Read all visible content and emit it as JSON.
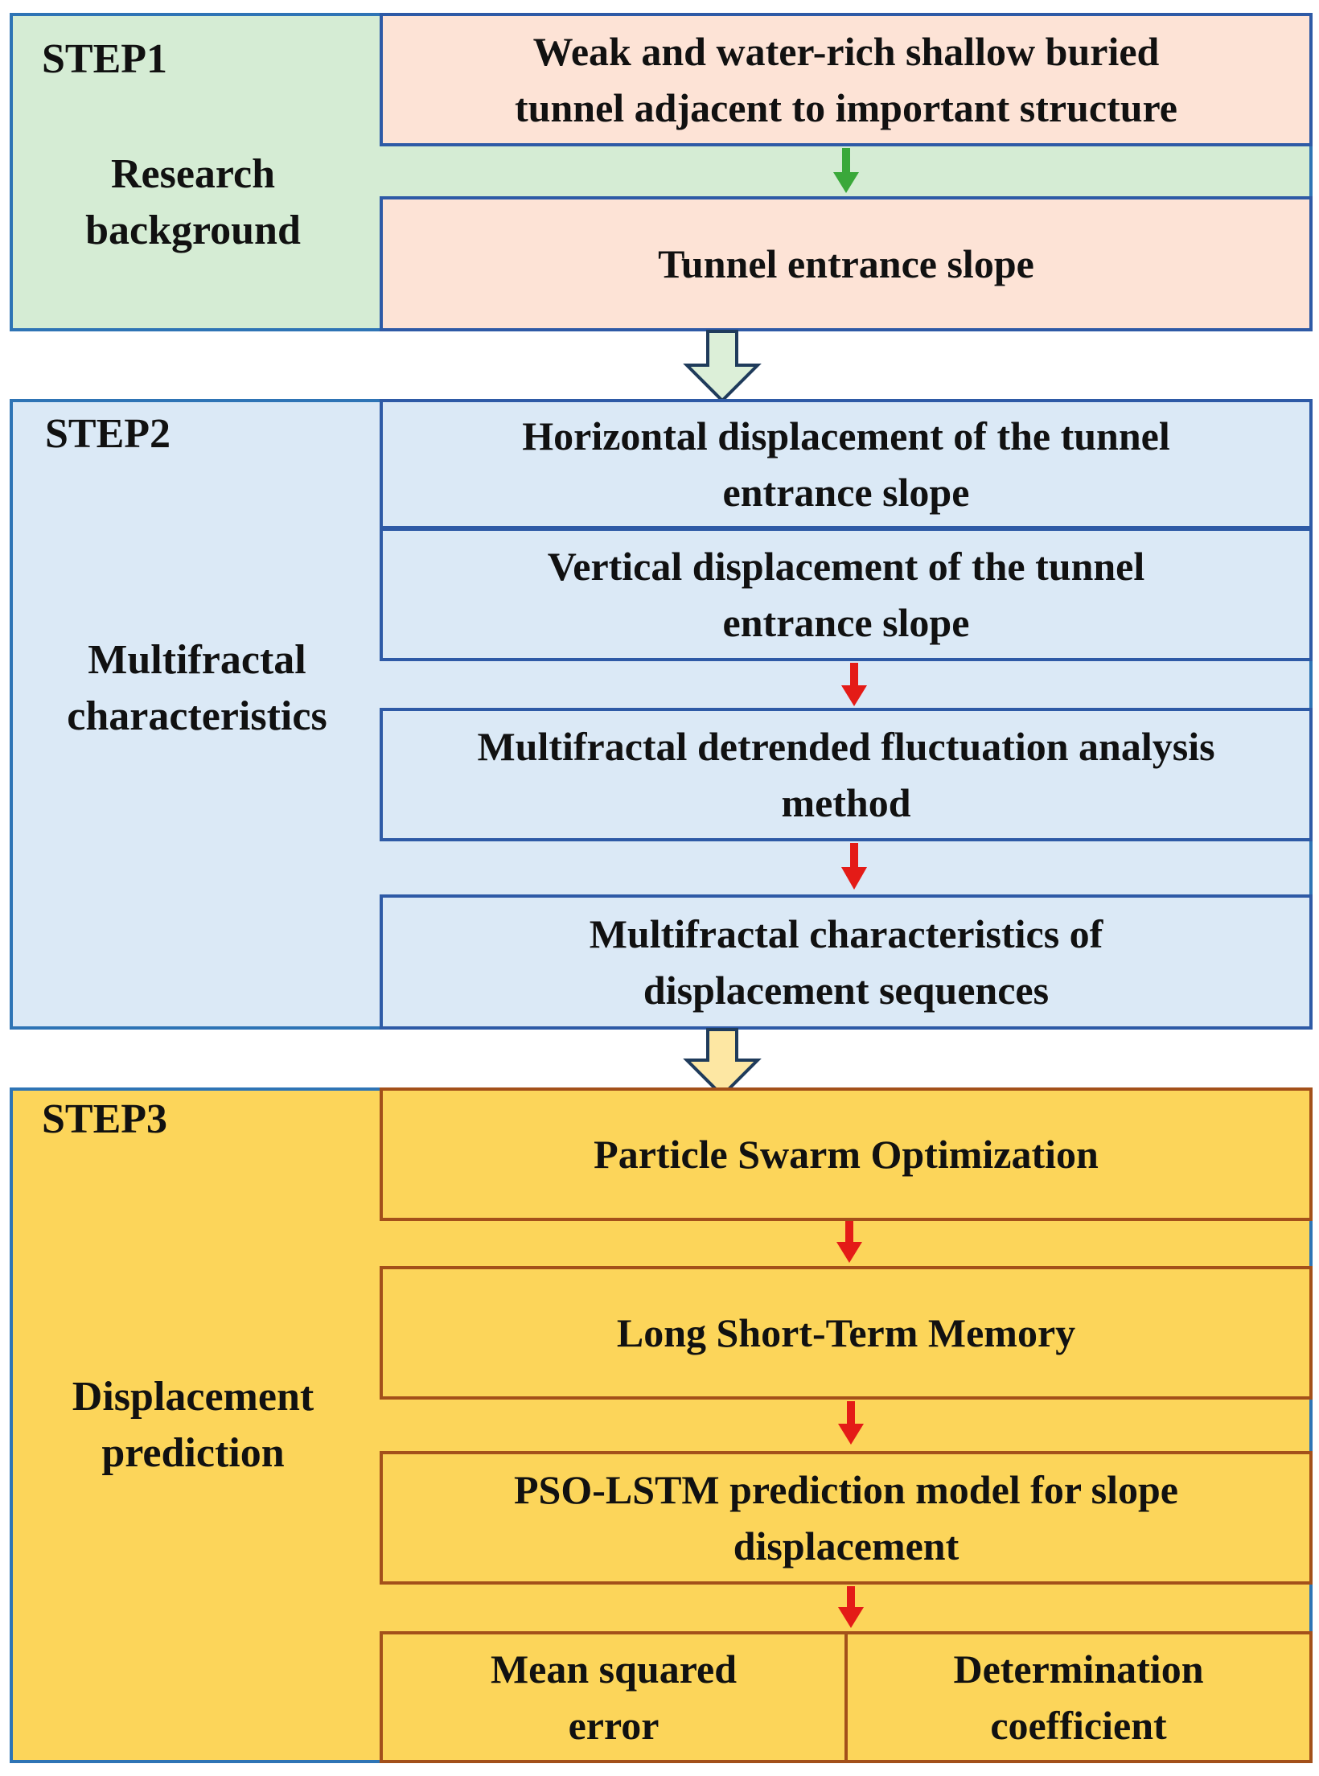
{
  "step1": {
    "label": "STEP1",
    "side_line1": "Research",
    "side_line2": "background",
    "box1_line1": "Weak and water-rich shallow buried",
    "box1_line2": "tunnel adjacent to important structure",
    "box2": "Tunnel entrance slope"
  },
  "step2": {
    "label": "STEP2",
    "side_line1": "Multifractal",
    "side_line2": "characteristics",
    "box1_line1": "Horizontal displacement of the tunnel",
    "box1_line2": "entrance slope",
    "box2_line1": "Vertical displacement of the tunnel",
    "box2_line2": "entrance slope",
    "box3_line1": "Multifractal detrended fluctuation analysis",
    "box3_line2": "method",
    "box4_line1": "Multifractal characteristics of",
    "box4_line2": "displacement sequences"
  },
  "step3": {
    "label": "STEP3",
    "side_line1": "Displacement",
    "side_line2": "prediction",
    "box1": "Particle Swarm Optimization",
    "box2": "Long Short-Term Memory",
    "box3_line1": "PSO-LSTM prediction model for slope",
    "box3_line2": "displacement",
    "box4a_line1": "Mean squared",
    "box4a_line2": "error",
    "box4b_line1": "Determination",
    "box4b_line2": "coefficient"
  },
  "colors": {
    "step1_side": "#d5ecd4",
    "step1_box": "#fde3d6",
    "step2_box": "#dbe9f6",
    "step3_box": "#fcd55a",
    "green_arrow": "#3aa83a",
    "red_arrow": "#e41b17"
  }
}
